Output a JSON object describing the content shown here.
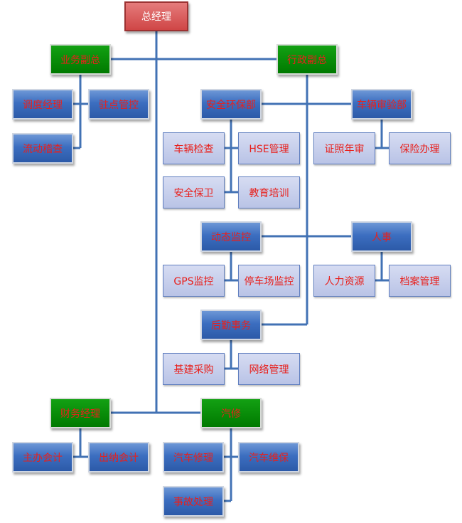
{
  "nodes": {
    "gm": "总经理",
    "business_vp": "业务副总",
    "admin_vp": "行政副总",
    "dispatch_manager": "调度经理",
    "site_control": "驻点管控",
    "mobile_inspection": "流动稽查",
    "safety_env": "安全环保部",
    "vehicle_inspection_dept": "车辆审验部",
    "vehicle_check": "车辆检查",
    "hse": "HSE管理",
    "safety_guard": "安全保卫",
    "education_training": "教育培训",
    "license_review": "证照年审",
    "insurance": "保险办理",
    "dynamic_monitor": "动态监控",
    "hr": "人事",
    "gps_monitor": "GPS监控",
    "parking_monitor": "停车场监控",
    "human_resources": "人力资源",
    "archives": "档案管理",
    "logistics": "后勤事务",
    "construction_purchase": "基建采购",
    "network_mgmt": "网络管理",
    "finance_manager": "财务经理",
    "auto_repair_dept": "汽修",
    "chief_accountant": "主办会计",
    "cashier": "出纳会计",
    "car_repair": "汽车修理",
    "car_maintenance": "汽车维保",
    "accident_handling": "事故处理"
  },
  "colors": {
    "connector": "#4272b4",
    "label": "#e8201c",
    "top_box": "#d05050",
    "level_box": "#008a00",
    "unit_box": "#3c6ec0",
    "sub_box": "#c5cdea"
  }
}
